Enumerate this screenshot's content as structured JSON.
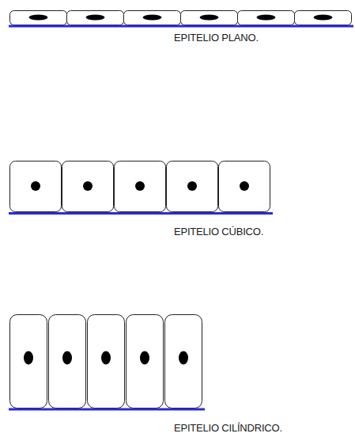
{
  "diagram": {
    "labels": [
      "EPITELIO PLANO.",
      "EPITELIO CÚBICO.",
      "EPITELIO CILÍNDRICO."
    ]
  }
}
